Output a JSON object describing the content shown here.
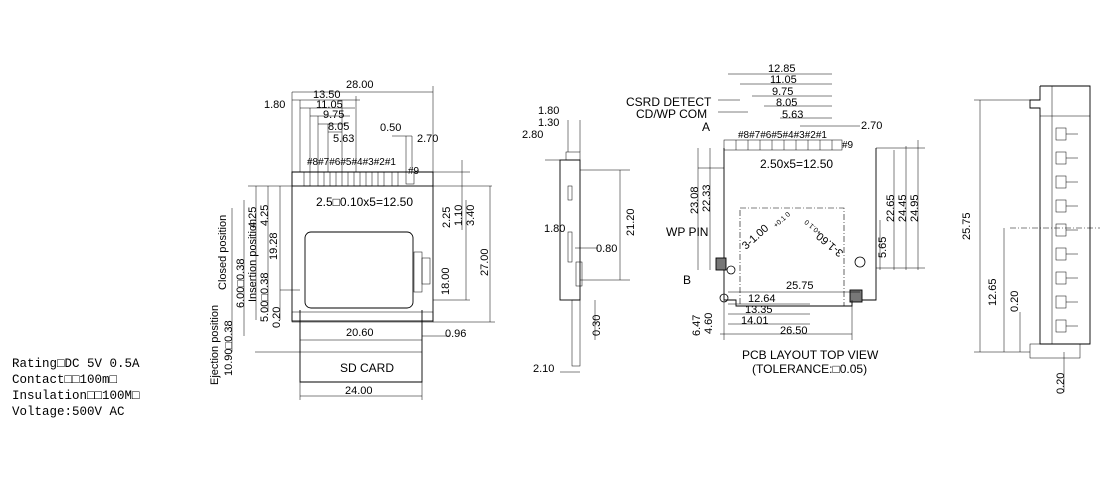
{
  "specs": {
    "rating": "Rating□DC 5V 0.5A",
    "contact": "Contact□□100m□",
    "insulation": "Insulation□□100M□",
    "voltage": "Voltage:500V AC"
  },
  "front_view": {
    "dim_28": "28.00",
    "dim_13_50": "13.50",
    "dim_1_80": "1.80",
    "dim_11_05": "11.05",
    "dim_9_75": "9.75",
    "dim_8_05": "8.05",
    "dim_5_63": "5.63",
    "dim_0_50": "0.50",
    "dim_2_70": "2.70",
    "pins": "#8#7#6#5#4#3#2#1",
    "pin9": "#9",
    "pitch": "2.5□0.10x5=12.50",
    "dim_2_25": "2.25",
    "dim_1_10": "1.10",
    "dim_3_40": "3.40",
    "dim_27": "27.00",
    "dim_18": "18.00",
    "dim_0_96": "0.96",
    "dim_20_60": "20.60",
    "sd_card": "SD CARD",
    "dim_24": "24.00",
    "closed_position": "Closed position",
    "closed_4_25": "4.25",
    "insertion_position": "Insertion position",
    "insertion_4_25": "4.25",
    "ejection_position": "Ejection position",
    "dim_19_28": "19.28",
    "dim_6_00": "6.00□0.38",
    "dim_5_00": "5.00□0.38",
    "dim_0_20": "0.20",
    "dim_10_90": "10.90□0.38"
  },
  "side_view": {
    "dim_1_80": "1.80",
    "dim_1_30": "1.30",
    "dim_2_80": "2.80",
    "dim_21_20": "21.20",
    "dim_1_80b": "1.80",
    "dim_0_80": "0.80",
    "dim_0_30": "0.30",
    "dim_2_10": "2.10"
  },
  "pcb_view": {
    "dim_12_85": "12.85",
    "dim_11_05": "11.05",
    "dim_9_75": "9.75",
    "dim_8_05": "8.05",
    "dim_5_63": "5.63",
    "csrd_detect": "CSRD DETECT",
    "cd_wp_com": "CD/WP COM",
    "label_a": "A",
    "pins": "#8#7#6#5#4#3#2#1",
    "dim_2_70": "2.70",
    "pin9": "#9",
    "pitch": "2.50x5=12.50",
    "dim_23_08": "23.08",
    "dim_22_33": "22.33",
    "dim_22_65": "22.65",
    "dim_24_45": "24.45",
    "dim_24_95": "24.95",
    "wp_pin": "WP PIN",
    "hole_left": "3-1.00",
    "hole_left_tol": "+0.1 0",
    "hole_right": "3-1.60",
    "hole_right_tol": "+0.1 0",
    "dim_5_65": "5.65",
    "label_b": "B",
    "dim_25_75": "25.75",
    "dim_12_64": "12.64",
    "dim_13_35": "13.35",
    "dim_14_01": "14.01",
    "dim_6_47": "6.47",
    "dim_4_60": "4.60",
    "dim_26_50": "26.50",
    "title": "PCB LAYOUT TOP VIEW",
    "tolerance": "(TOLERANCE:□0.05)"
  },
  "right_view": {
    "dim_25_75": "25.75",
    "dim_12_65": "12.65",
    "dim_0_20a": "0.20",
    "dim_0_20b": "0.20"
  }
}
